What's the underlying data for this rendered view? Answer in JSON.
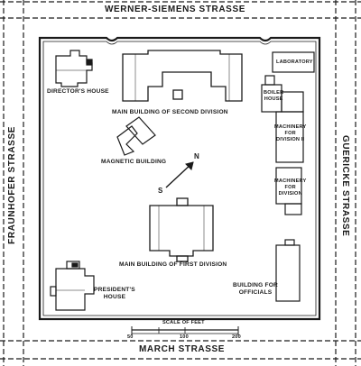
{
  "streets": {
    "north": "WERNER-SIEMENS  STRASSE",
    "south": "MARCH  STRASSE",
    "west": "FRAUNHOFER  STRASSE",
    "east": "GUERICKE  STRASSE"
  },
  "buildings": {
    "directors_house": "DIRECTOR'S HOUSE",
    "main_second": "MAIN BUILDING OF SECOND DIVISION",
    "magnetic": "MAGNETIC BUILDING",
    "main_first": "MAIN BUILDING OF FIRST DIVISION",
    "presidents_house_1": "PRESIDENT'S",
    "presidents_house_2": "HOUSE",
    "officials_1": "BUILDING FOR",
    "officials_2": "OFFICIALS",
    "laboratory": "LABORATORY",
    "boiler_1": "BOILER",
    "boiler_2": "HOUSE",
    "machinery_ii_1": "MACHINERY",
    "machinery_ii_2": "FOR",
    "machinery_ii_3": "DIVISION II",
    "machinery_i_1": "MACHINERY",
    "machinery_i_2": "FOR",
    "machinery_i_3": "DIVISION"
  },
  "compass": {
    "north": "N",
    "south": "S"
  },
  "scale": {
    "title": "SCALE OF FEET",
    "ticks": [
      "50",
      "100",
      "200"
    ]
  },
  "colors": {
    "ink": "#1a1a1a",
    "paper": "#ffffff"
  }
}
